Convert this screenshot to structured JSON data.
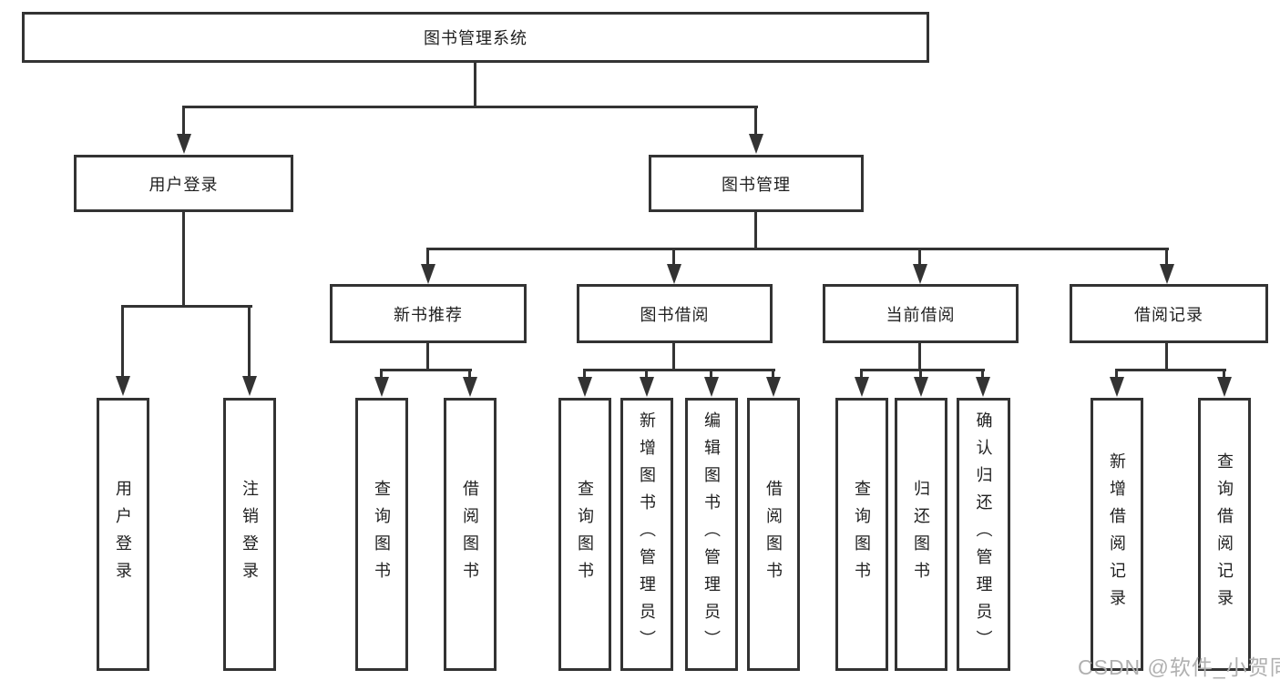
{
  "tree": {
    "label": "图书管理系统",
    "children": [
      {
        "label": "用户登录",
        "children": [
          {
            "label": "用户登录"
          },
          {
            "label": "注销登录"
          }
        ]
      },
      {
        "label": "图书管理",
        "children": [
          {
            "label": "新书推荐",
            "children": [
              {
                "label": "查询图书"
              },
              {
                "label": "借阅图书"
              }
            ]
          },
          {
            "label": "图书借阅",
            "children": [
              {
                "label": "查询图书"
              },
              {
                "label": "新增图书（管理员）"
              },
              {
                "label": "编辑图书（管理员）"
              },
              {
                "label": "借阅图书"
              }
            ]
          },
          {
            "label": "当前借阅",
            "children": [
              {
                "label": "查询图书"
              },
              {
                "label": "归还图书"
              },
              {
                "label": "确认归还（管理员）"
              }
            ]
          },
          {
            "label": "借阅记录",
            "children": [
              {
                "label": "新增借阅记录"
              },
              {
                "label": "查询借阅记录"
              }
            ]
          }
        ]
      }
    ]
  },
  "watermark": {
    "text": "CSDN @软件_小贺同学"
  },
  "colors": {
    "line": "#333333",
    "text": "#1f1f1f",
    "watermark": "#b0b0b0",
    "background": "#ffffff"
  }
}
